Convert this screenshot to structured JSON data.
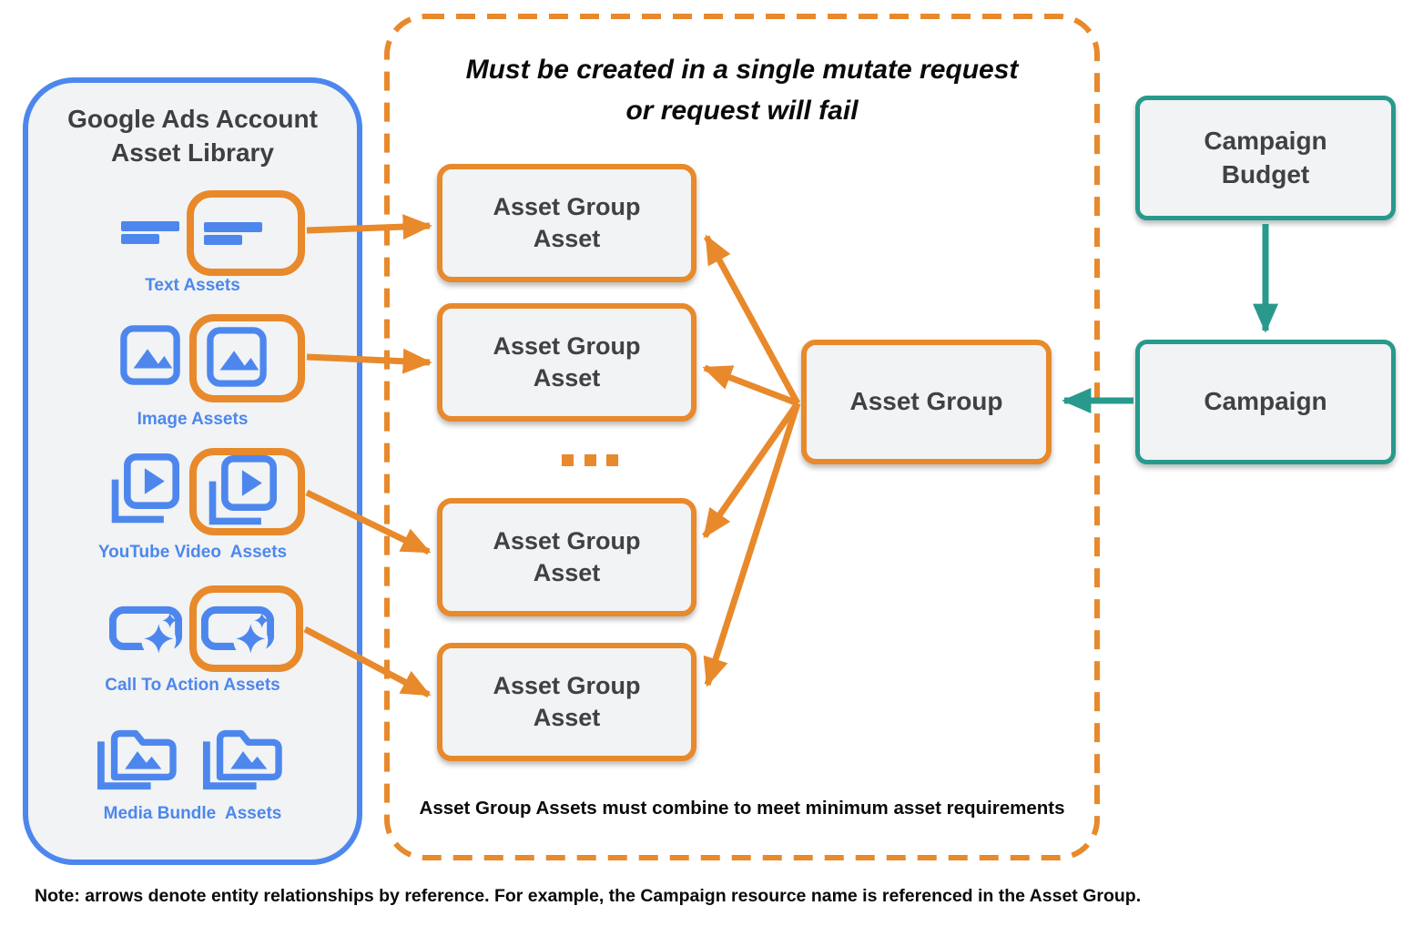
{
  "library": {
    "title_line1": "Google Ads Account",
    "title_line2": "Asset Library",
    "items": [
      {
        "label": "Text Assets",
        "icon": "text-asset-icon"
      },
      {
        "label": "Image Assets",
        "icon": "image-asset-icon"
      },
      {
        "label": "YouTube Video  Assets",
        "icon": "youtube-video-asset-icon"
      },
      {
        "label": "Call To Action Assets",
        "icon": "call-to-action-asset-icon"
      },
      {
        "label": "Media Bundle  Assets",
        "icon": "media-bundle-asset-icon"
      }
    ]
  },
  "mutate_container": {
    "title_line1": "Must be created in a single mutate request",
    "title_line2": "or request will fail",
    "asset_group_asset_boxes": [
      {
        "label": "Asset Group Asset"
      },
      {
        "label": "Asset Group Asset"
      },
      {
        "label": "Asset Group Asset"
      },
      {
        "label": "Asset Group Asset"
      }
    ],
    "ellipsis": "...",
    "footnote": "Asset Group Assets must combine to meet minimum asset requirements"
  },
  "entities": {
    "asset_group": {
      "label": "Asset Group"
    },
    "campaign_budget": {
      "label": "Campaign Budget"
    },
    "campaign": {
      "label": "Campaign"
    }
  },
  "note": "Note: arrows denote entity relationships by reference. For example, the Campaign resource name is referenced in the Asset Group.",
  "colors": {
    "orange": "#E8892B",
    "blue": "#4D87EE",
    "teal": "#28998C",
    "box_fill": "#F1F3F4",
    "dark_text": "#3C4043",
    "black_text": "#0A0A0A"
  }
}
